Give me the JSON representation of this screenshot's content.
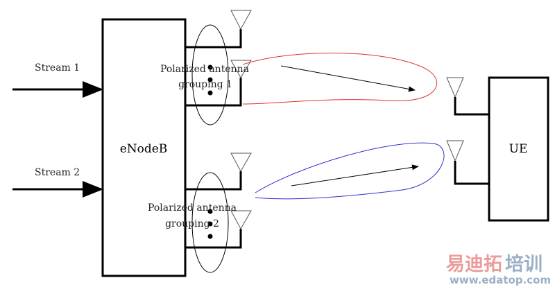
{
  "inputs": [
    {
      "label": "Stream 1"
    },
    {
      "label": "Stream 2"
    }
  ],
  "base_station": {
    "label": "eNodeB"
  },
  "antenna_groups": [
    {
      "label_line1": "Polarized antenna",
      "label_line2": "grouping 1",
      "beam_color": "#e03030"
    },
    {
      "label_line1": "Polarized antenna",
      "label_line2": "grouping 2",
      "beam_color": "#3030d0"
    }
  ],
  "user_equipment": {
    "label": "UE"
  },
  "watermark": {
    "cn_red": "易迪拓",
    "cn_blue": "培训",
    "url": "www.edatop.com"
  }
}
